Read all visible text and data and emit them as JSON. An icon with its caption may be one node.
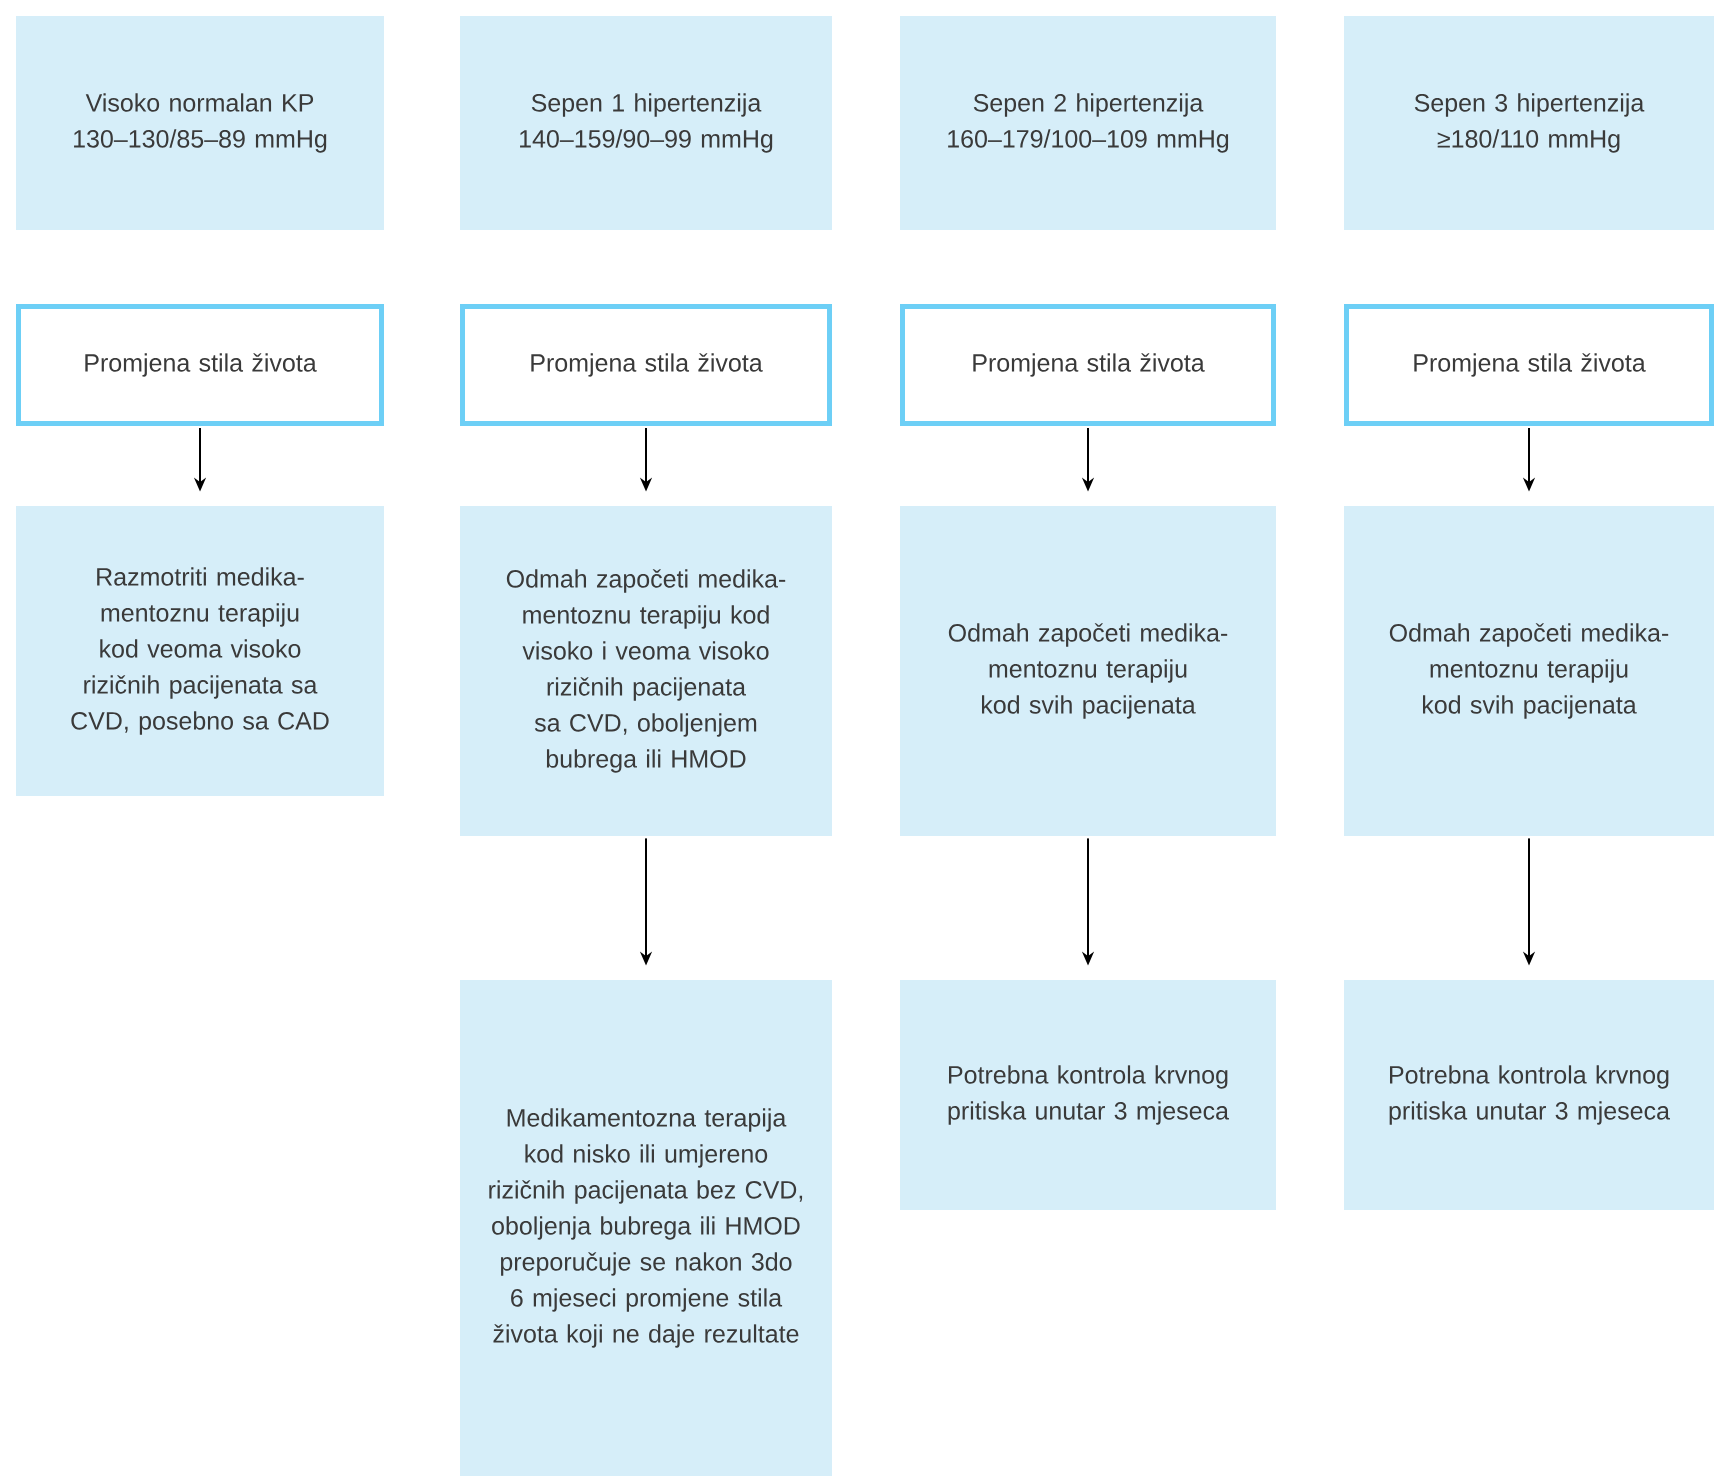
{
  "diagram": {
    "nodes": [
      {
        "text": [
          "Visoko normalan KP 130–130/85–89 mmHg"
        ]
      },
      {
        "text": [
          "Sepen 1 hipertenzija 140–159/90–99 mmHg"
        ]
      },
      {
        "text": [
          "Sepen 2 hipertenzija 160–179/100–109 mmHg"
        ]
      },
      {
        "text": [
          "Sepen 3 hipertenzija ≥180/110 mmHg"
        ]
      },
      {
        "text": [
          "Promjena stila života"
        ]
      },
      {
        "text": [
          "Promjena stila života"
        ]
      },
      {
        "text": [
          "Promjena stila života"
        ]
      },
      {
        "text": [
          "Promjena stila života"
        ]
      },
      {
        "text": [
          "Razmotriti medika- mentoznu terapiju kod veoma visoko rizičnih pacijenata sa CVD, posebno sa CAD"
        ]
      },
      {
        "text": [
          "Odmah započeti medika- mentoznu terapiju kod visoko i veoma visoko rizičnih pacijenata sa CVD, oboljenjem bubrega ili HMOD"
        ]
      },
      {
        "text": [
          "Odmah započeti medika- mentoznu terapiju kod svih pacijenata"
        ]
      },
      {
        "text": [
          "Odmah započeti medika- mentoznu terapiju kod svih pacijenata"
        ]
      },
      {
        "text": [
          "Medikamentozna terapija kod nisko ili umjereno rizičnih pacijenata bez CVD, oboljenja bubrega ili HMOD preporučuje se nakon 3do 6 mjeseci promjene stila života koji ne daje rezultate"
        ]
      },
      {
        "text": [
          "Potrebna kontrola krvnog pritiska unutar 3 mjeseca"
        ]
      },
      {
        "text": [
          "Potrebna kontrola krvnog pritiska unutar 3 mjeseca"
        ]
      }
    ],
    "edges": [
      {
        "from": 4,
        "to": 8,
        "arrow": "to"
      },
      {
        "from": 5,
        "to": 9,
        "arrow": "to"
      },
      {
        "from": 6,
        "to": 10,
        "arrow": "to"
      },
      {
        "from": 7,
        "to": 11,
        "arrow": "to"
      },
      {
        "from": 9,
        "to": 12,
        "arrow": "to"
      },
      {
        "from": 10,
        "to": 13,
        "arrow": "to"
      },
      {
        "from": 11,
        "to": 14,
        "arrow": "to"
      }
    ]
  }
}
